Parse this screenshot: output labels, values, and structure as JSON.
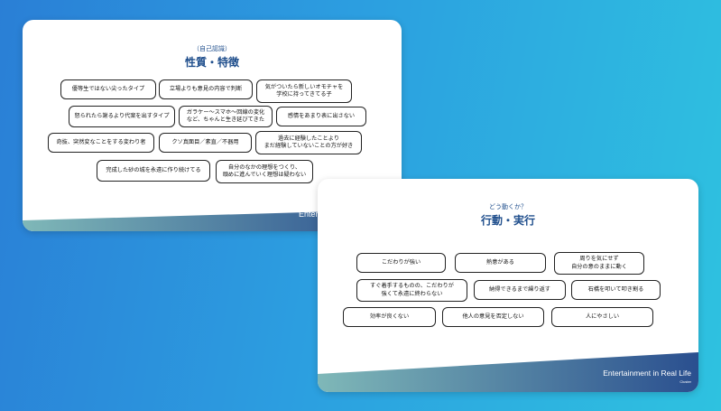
{
  "slide1": {
    "subtitle": "（自己認識）",
    "title": "性質・特徴",
    "items": [
      "優等生ではない尖ったタイプ",
      "立場よりも意見の内容で判断",
      "気がついたら新しいオモチャを\n学校に持ってきてる子",
      "怒られたら謝るより代案を出すタイプ",
      "ガラケー〜スマホ〜回線の変化\nなど、ちゃんと生き延びてきた",
      "感情をあまり表に出さない",
      "奇抜、突然変なことをする変わり者",
      "クソ真面目／素直／不器用",
      "過去に経験したことより\nまだ経験していないことの方が好き",
      "完成した砂の城を永遠に作り続けてる",
      "自分のなかの理想をつくり、\n頑めに進んでいく理想は疑わない"
    ],
    "footer": "Entertainment"
  },
  "slide2": {
    "subtitle": "どう動くか？",
    "title": "行動・実行",
    "items": [
      "こだわりが強い",
      "熱意がある",
      "周りを気にせず\n自分の意のままに動く",
      "すぐ着手するものの、こだわりが\n強くて永遠に終わらない",
      "納得できるまで繰り返す",
      "石橋を叩いて叩き割る",
      "効率が良くない",
      "他人の意見を否定しない",
      "人にやさしい"
    ],
    "footer": "Entertainment in Real Life",
    "footer_small": "Cluster"
  },
  "colors": {
    "title": "#1f4e8c",
    "band_start": "#7fb8b8",
    "band_end": "#2a4f8f"
  }
}
